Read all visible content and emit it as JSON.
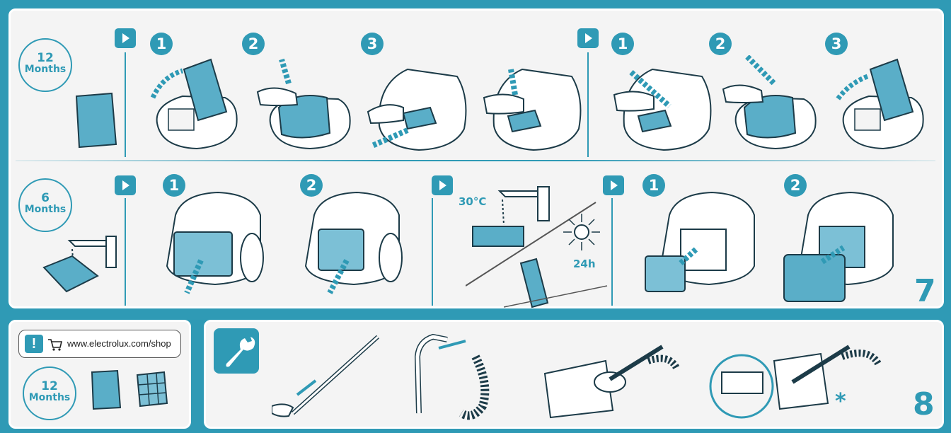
{
  "page7": {
    "page_number": "7",
    "row1": {
      "interval": {
        "number": "12",
        "unit": "Months"
      },
      "steps_a": [
        "1",
        "2",
        "3"
      ],
      "steps_b": [
        "1",
        "2",
        "3"
      ]
    },
    "row2": {
      "interval": {
        "number": "6",
        "unit": "Months"
      },
      "steps_a": [
        "1",
        "2"
      ],
      "wash_temp": "30°C",
      "dry_time": "24h",
      "steps_b": [
        "1",
        "2"
      ]
    }
  },
  "page8": {
    "page_number": "8",
    "shop_url": "www.electrolux.com/shop",
    "alert_glyph": "!",
    "interval": {
      "number": "12",
      "unit": "Months"
    },
    "asterisk": "*"
  },
  "icons": [
    "play-arrow-icon",
    "clock-arrow-icon",
    "cart-icon",
    "wrench-icon",
    "sun-icon",
    "tap-icon"
  ],
  "colors": {
    "accent": "#2f9ab5",
    "panel": "#f4f4f4",
    "filter": "#5aaec8"
  }
}
